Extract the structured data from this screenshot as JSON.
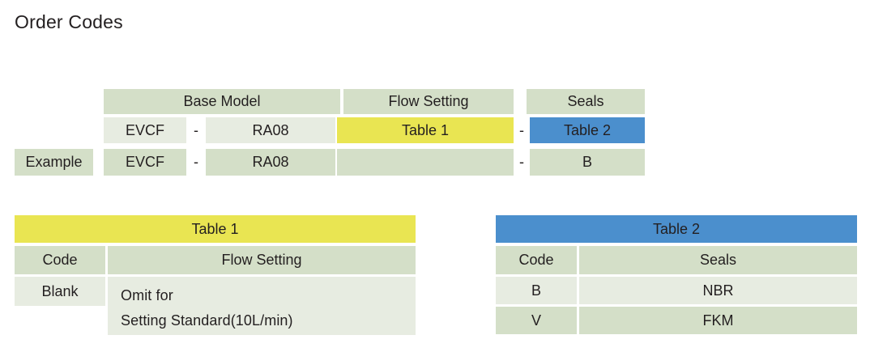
{
  "page": {
    "title": "Order Codes"
  },
  "order_code_table": {
    "headers": [
      {
        "label": "Base Model"
      },
      {
        "label": "Flow Setting"
      },
      {
        "label": "Seals"
      }
    ],
    "code_row": {
      "row_label": "",
      "base_model_prefix": "EVCF",
      "separator_1": "-",
      "base_model_size": "RA08",
      "flow_setting": "Table 1",
      "separator_2": "-",
      "seals": "Table 2"
    },
    "example_row": {
      "row_label": "Example",
      "base_model_prefix": "EVCF",
      "separator_1": "-",
      "base_model_size": "RA08",
      "flow_setting": "",
      "separator_2": "-",
      "seals": "B"
    }
  },
  "table1": {
    "title": "Table 1",
    "headers": [
      "Code",
      "Flow Setting"
    ],
    "rows": [
      {
        "code": "Blank",
        "description_line_1": "Omit for",
        "description_line_2": "Setting Standard(10L/min)"
      }
    ]
  },
  "table2": {
    "title": "Table 2",
    "headers": [
      "Code",
      "Seals"
    ],
    "rows": [
      {
        "code": "B",
        "seals": "NBR"
      },
      {
        "code": "V",
        "seals": "FKM"
      }
    ]
  },
  "colors": {
    "header_green": "#d4dfc8",
    "row_green_light": "#e7ece1",
    "table1_accent_yellow": "#e9e552",
    "table2_accent_blue": "#4b8fcd",
    "text": "#231f20",
    "background": "#ffffff"
  }
}
